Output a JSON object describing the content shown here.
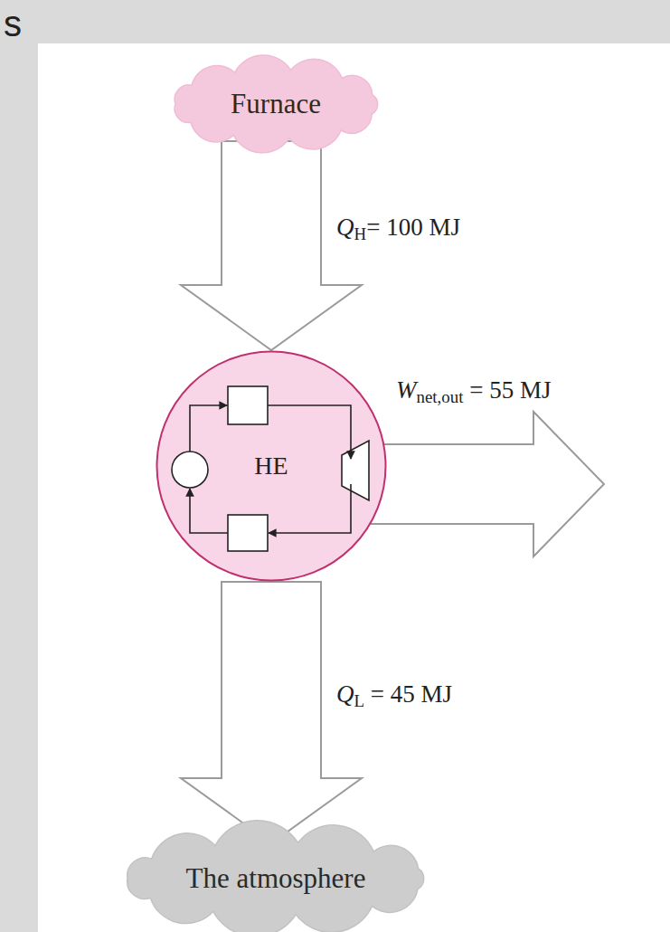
{
  "diagram": {
    "nodes": [
      {
        "text": [
          "Furnace"
        ]
      },
      {
        "text": [
          "HE"
        ]
      },
      {
        "text": [
          "The atmosphere"
        ]
      }
    ],
    "edges": [
      {
        "from": 0,
        "to": 1,
        "arrow": "to",
        "label": "QH= 100 MJ"
      },
      {
        "from": 1,
        "to": 2,
        "arrow": "to",
        "label": "QL = 45 MJ"
      }
    ],
    "labels": [
      "s",
      "Wnet,out = 55 MJ"
    ]
  }
}
